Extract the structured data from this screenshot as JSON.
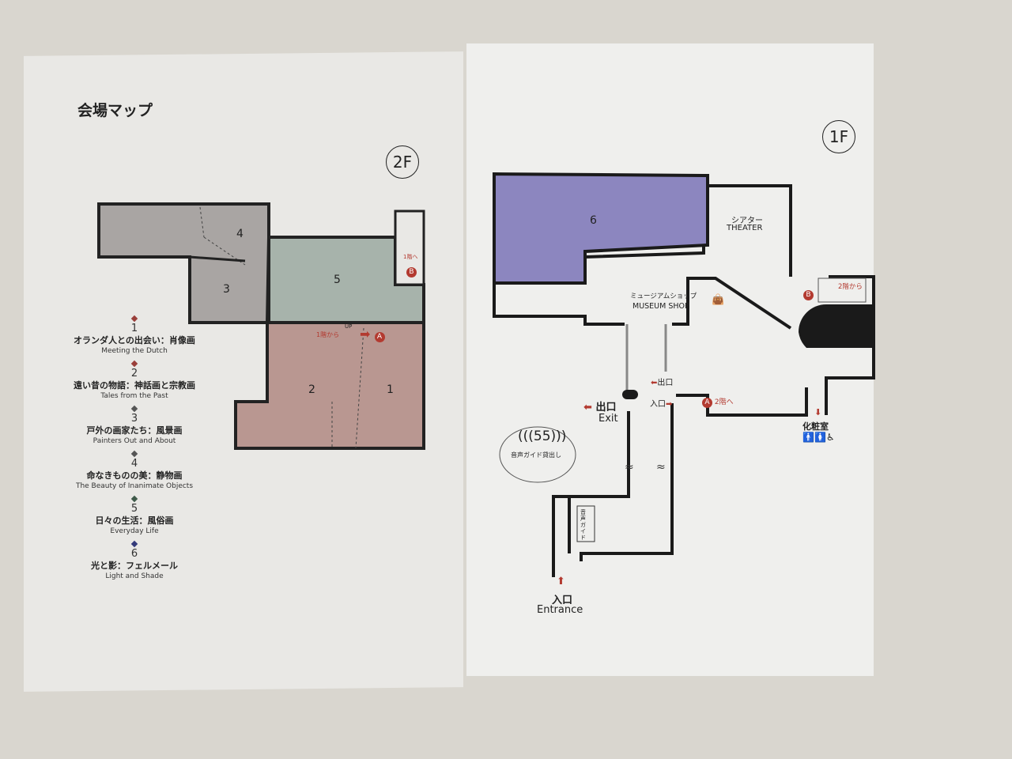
{
  "left_page": {
    "title": "会場マップ",
    "floor_label": "2F",
    "rooms": [
      "1",
      "2",
      "3",
      "4",
      "5"
    ],
    "stair_up": "UP",
    "from_1f": "1階から",
    "to_1f": "1階へ",
    "marker_a": "A",
    "marker_b": "B",
    "legend": [
      {
        "num": "1",
        "jp": "オランダ人との出会い：肖像画",
        "en": "Meeting the Dutch",
        "color": "#9a3f3a"
      },
      {
        "num": "2",
        "jp": "遠い昔の物語：神話画と宗教画",
        "en": "Tales from the Past",
        "color": "#9a3f3a"
      },
      {
        "num": "3",
        "jp": "戸外の画家たち：風景画",
        "en": "Painters Out and About",
        "color": "#555"
      },
      {
        "num": "4",
        "jp": "命なきものの美：静物画",
        "en": "The Beauty of Inanimate Objects",
        "color": "#555"
      },
      {
        "num": "5",
        "jp": "日々の生活：風俗画",
        "en": "Everyday Life",
        "color": "#3f5a4a"
      },
      {
        "num": "6",
        "jp": "光と影：フェルメール",
        "en": "Light and Shade",
        "color": "#333a7a"
      }
    ]
  },
  "right_page": {
    "floor_label": "1F",
    "room_6": "6",
    "theater_jp": "シアター",
    "theater_en": "THEATER",
    "shop_jp": "ミュージアムショップ",
    "shop_en": "MUSEUM SHOP",
    "from_2f": "2階から",
    "to_2f": "2階へ",
    "marker_a": "A",
    "marker_b": "B",
    "exit_small": "出口",
    "entry_small": "入口",
    "exit_jp": "出口",
    "exit_en": "Exit",
    "audio_number": "55",
    "audio_rental": "音声ガイド貸出し",
    "audio_desk": "音声ガイド",
    "restroom": "化粧室",
    "entrance_jp": "入口",
    "entrance_en": "Entrance"
  }
}
